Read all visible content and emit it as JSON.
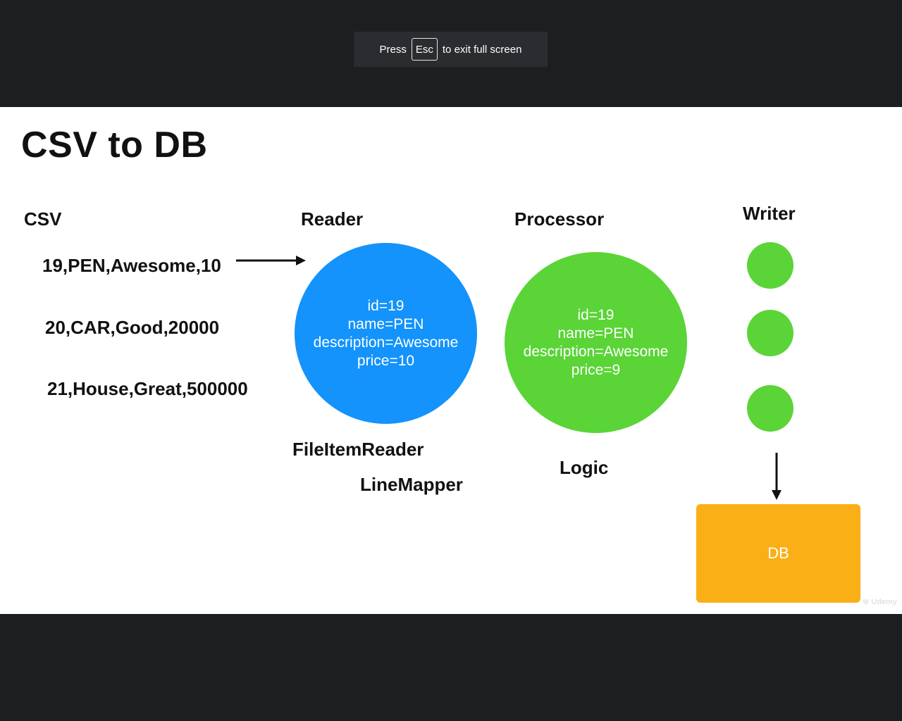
{
  "fullscreen_toast": {
    "press": "Press",
    "key": "Esc",
    "suffix": "to exit full screen"
  },
  "slide": {
    "title": "CSV to DB",
    "csv": {
      "heading": "CSV",
      "lines": [
        "19,PEN,Awesome,10",
        "20,CAR,Good,20000",
        "21,House,Great,500000"
      ]
    },
    "reader": {
      "heading": "Reader",
      "fields": [
        "id=19",
        "name=PEN",
        "description=Awesome",
        "price=10"
      ],
      "labels": [
        "FileItemReader",
        "LineMapper"
      ]
    },
    "processor": {
      "heading": "Processor",
      "fields": [
        "id=19",
        "name=PEN",
        "description=Awesome",
        "price=9"
      ],
      "label": "Logic"
    },
    "writer": {
      "heading": "Writer",
      "db_label": "DB"
    },
    "watermark": "Udemy"
  },
  "colors": {
    "background": "#1d1e20",
    "slide": "#ffffff",
    "reader": "#1393fb",
    "processor": "#5ad437",
    "db": "#fbaf16"
  }
}
